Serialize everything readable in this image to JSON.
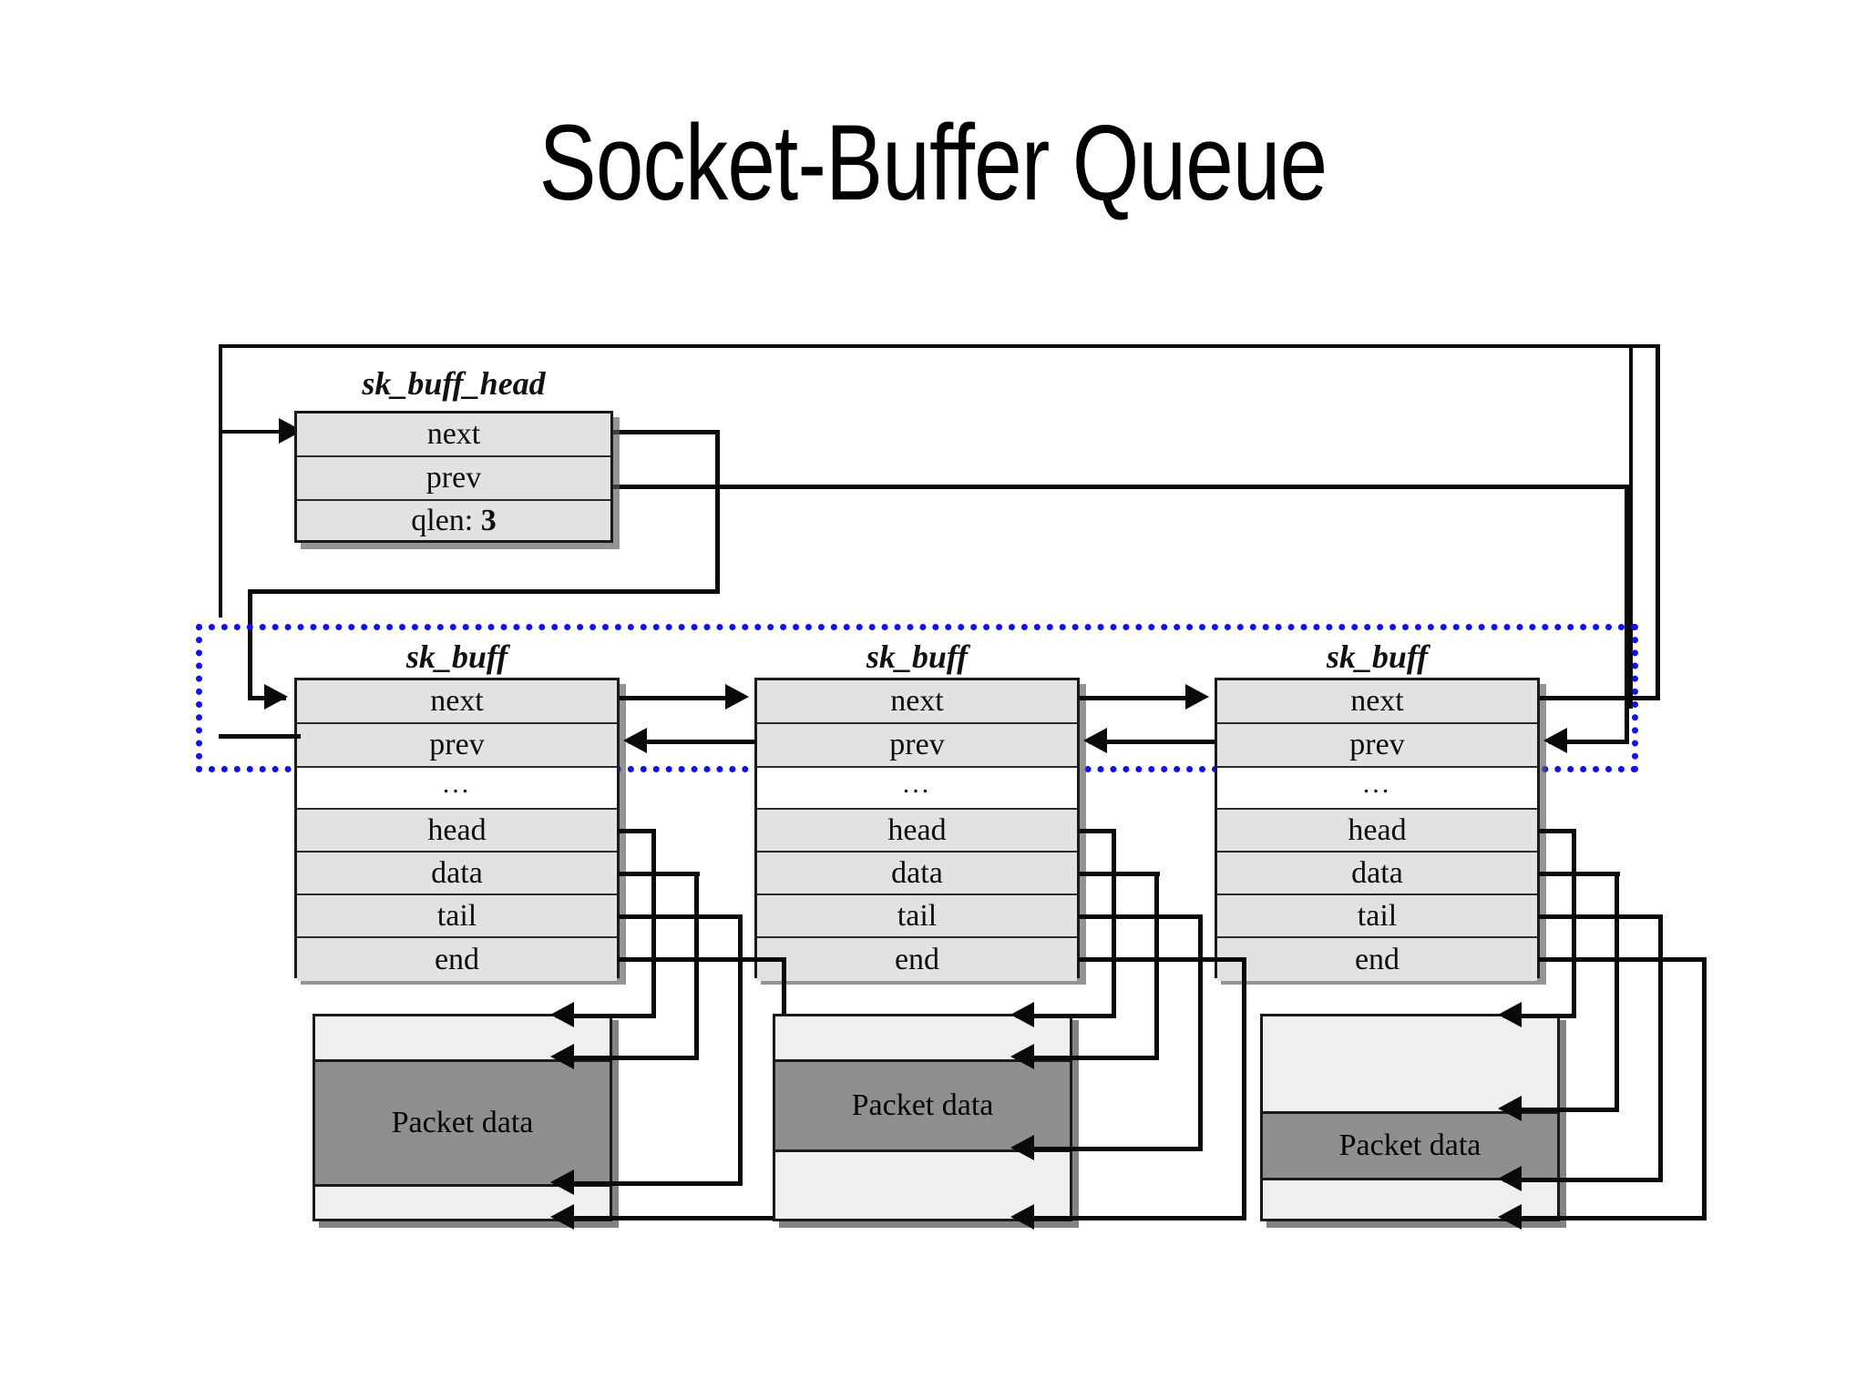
{
  "slide": {
    "title": "Socket-Buffer Queue",
    "background": "#ffffff"
  },
  "colors": {
    "struct_fill": "#e2e2e2",
    "blank_fill": "#ffffff",
    "packet_data_fill": "#8f8f8f",
    "headroom_fill": "#efefef",
    "line": "#0a0a0a",
    "highlight": "#1010ee"
  },
  "head_struct": {
    "caption": "sk_buff_head",
    "rows": [
      {
        "label": "next"
      },
      {
        "label": "prev"
      },
      {
        "label": "qlen:",
        "value": "3"
      }
    ]
  },
  "skbuffs": [
    {
      "caption": "sk_buff",
      "rows": [
        "next",
        "prev",
        "...",
        "head",
        "data",
        "tail",
        "end"
      ]
    },
    {
      "caption": "sk_buff",
      "rows": [
        "next",
        "prev",
        "...",
        "head",
        "data",
        "tail",
        "end"
      ]
    },
    {
      "caption": "sk_buff",
      "rows": [
        "next",
        "prev",
        "...",
        "head",
        "data",
        "tail",
        "end"
      ]
    }
  ],
  "packet_buffers": [
    {
      "label": "Packet data"
    },
    {
      "label": "Packet data"
    },
    {
      "label": "Packet data"
    }
  ],
  "highlight": {
    "description": "blue dotted box around next and prev pointer fields"
  }
}
